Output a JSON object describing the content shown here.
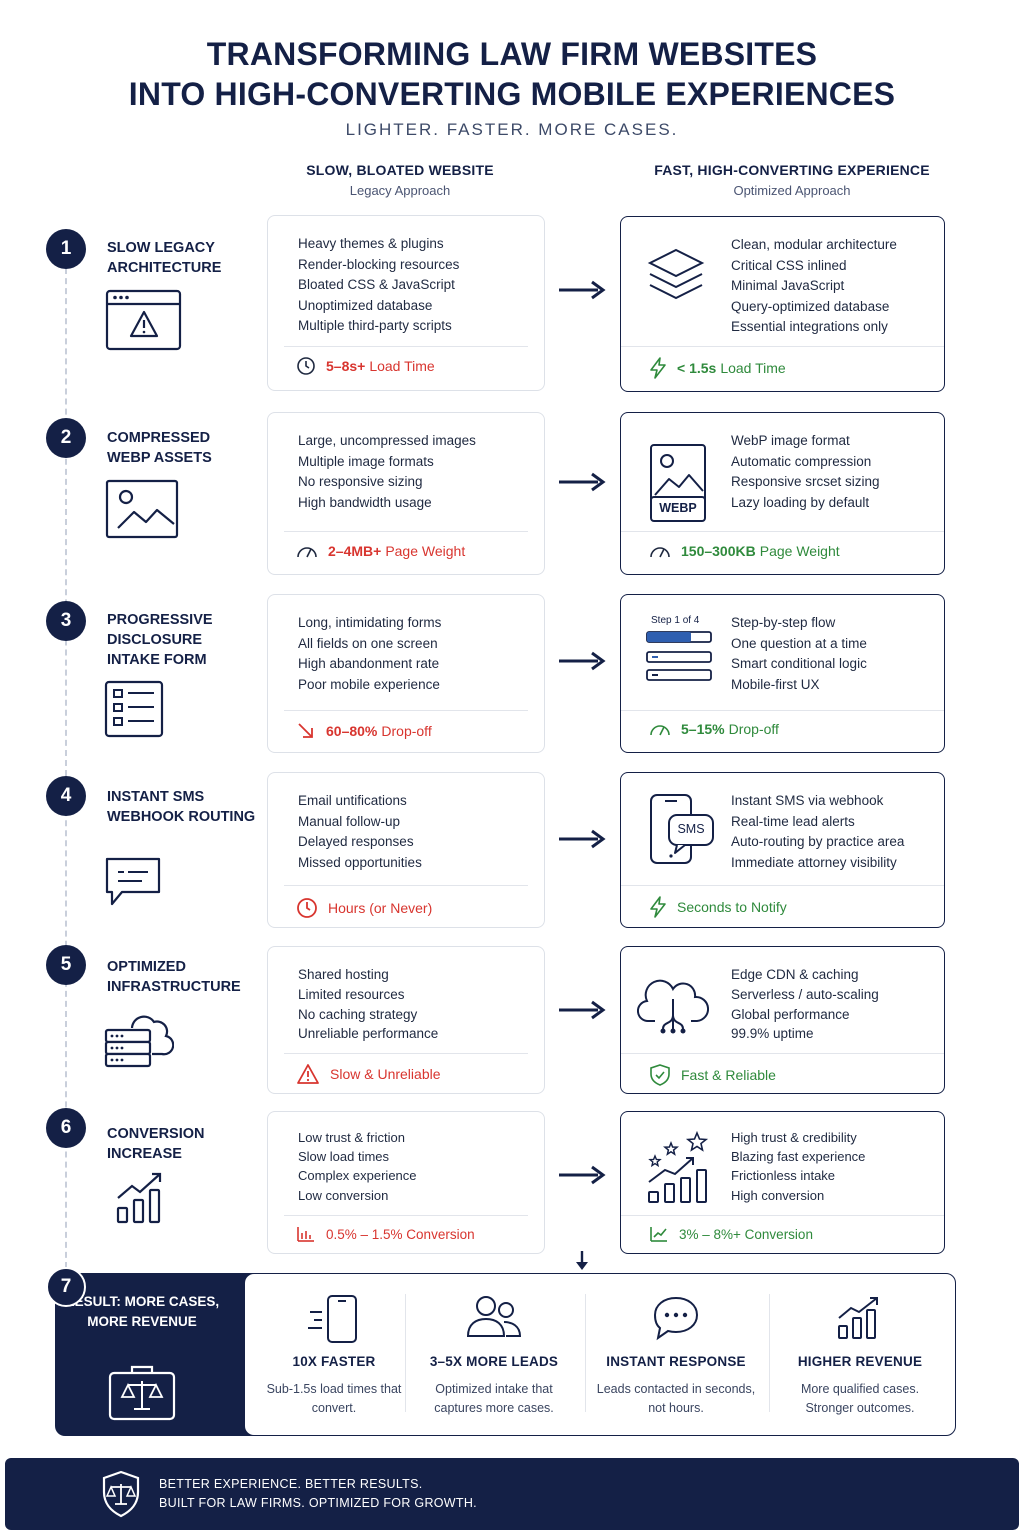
{
  "header": {
    "title_line1": "TRANSFORMING LAW FIRM WEBSITES",
    "title_line2": "INTO HIGH-CONVERTING MOBILE EXPERIENCES",
    "subtitle": "LIGHTER. FASTER. MORE CASES."
  },
  "columns": {
    "left_heading": "SLOW, BLOATED WEBSITE",
    "left_sub": "Legacy Approach",
    "right_heading": "FAST, HIGH-CONVERTING EXPERIENCE",
    "right_sub": "Optimized Approach"
  },
  "steps": [
    {
      "number": "1",
      "title": "SLOW LEGACY ARCHITECTURE",
      "old_items": [
        "Heavy themes & plugins",
        "Render-blocking resources",
        "Bloated CSS & JavaScript",
        "Unoptimized database",
        "Multiple third-party scripts"
      ],
      "old_metric_value": "5–8s+",
      "old_metric_label": "Load Time",
      "new_items": [
        "Clean, modular architecture",
        "Critical CSS inlined",
        "Minimal JavaScript",
        "Query-optimized database",
        "Essential integrations only"
      ],
      "new_metric_value": "< 1.5s",
      "new_metric_label": "Load Time"
    },
    {
      "number": "2",
      "title": "COMPRESSED WEBP ASSETS",
      "old_items": [
        "Large, uncompressed images",
        "Multiple image formats",
        "No responsive sizing",
        "High bandwidth usage"
      ],
      "old_metric_value": "2–4MB+",
      "old_metric_label": "Page Weight",
      "new_items": [
        "WebP image format",
        "Automatic compression",
        "Responsive srcset sizing",
        "Lazy loading by default"
      ],
      "new_metric_value": "150–300KB",
      "new_metric_label": "Page Weight",
      "new_icon_label": "WEBP"
    },
    {
      "number": "3",
      "title": "PROGRESSIVE DISCLOSURE INTAKE FORM",
      "old_items": [
        "Long, intimidating forms",
        "All fields on one screen",
        "High abandonment rate",
        "Poor mobile experience"
      ],
      "old_metric_value": "60–80%",
      "old_metric_label": "Drop-off",
      "new_items": [
        "Step-by-step flow",
        "One question at a time",
        "Smart conditional logic",
        "Mobile-first UX"
      ],
      "new_metric_value": "5–15%",
      "new_metric_label": "Drop-off",
      "new_icon_label": "Step 1 of 4"
    },
    {
      "number": "4",
      "title": "INSTANT SMS WEBHOOK ROUTING",
      "old_items": [
        "Email untifications",
        "Manual follow-up",
        "Delayed responses",
        "Missed opportunities"
      ],
      "old_metric_value": "",
      "old_metric_label": "Hours (or Never)",
      "new_items": [
        "Instant SMS via webhook",
        "Real-time lead alerts",
        "Auto-routing by practice area",
        "Immediate attorney visibility"
      ],
      "new_metric_value": "",
      "new_metric_label": "Seconds to Notify",
      "new_icon_label": "SMS"
    },
    {
      "number": "5",
      "title": "OPTIMIZED INFRASTRUCTURE",
      "old_items": [
        "Shared hosting",
        "Limited resources",
        "No caching strategy",
        "Unreliable performance"
      ],
      "old_metric_value": "",
      "old_metric_label": "Slow & Unreliable",
      "new_items": [
        "Edge CDN & caching",
        "Serverless / auto-scaling",
        "Global performance",
        "99.9% uptime"
      ],
      "new_metric_value": "",
      "new_metric_label": "Fast & Reliable"
    },
    {
      "number": "6",
      "title": "CONVERSION INCREASE",
      "old_items": [
        "Low trust & friction",
        "Slow load times",
        "Complex experience",
        "Low conversion"
      ],
      "old_metric_value": "",
      "old_metric_label": "0.5% – 1.5% Conversion",
      "new_items": [
        "High trust & credibility",
        "Blazing fast experience",
        "Frictionless intake",
        "High conversion"
      ],
      "new_metric_value": "",
      "new_metric_label": "3% – 8%+ Conversion"
    }
  ],
  "result": {
    "number": "7",
    "title": "RESULT: MORE CASES, MORE REVENUE",
    "benefits": [
      {
        "title": "10X FASTER",
        "desc": "Sub-1.5s load times that convert."
      },
      {
        "title": "3–5X MORE LEADS",
        "desc": "Optimized intake that captures more cases."
      },
      {
        "title": "INSTANT RESPONSE",
        "desc": "Leads contacted in seconds, not hours."
      },
      {
        "title": "HIGHER REVENUE",
        "desc": "More qualified cases. Stronger outcomes."
      }
    ]
  },
  "footer": {
    "line1": "BETTER EXPERIENCE. BETTER RESULTS.",
    "line2": "BUILT FOR LAW FIRMS. OPTIMIZED FOR GROWTH."
  },
  "colors": {
    "navy": "#142046",
    "bad_red": "#d8352f",
    "good_green": "#2f8a3c"
  }
}
